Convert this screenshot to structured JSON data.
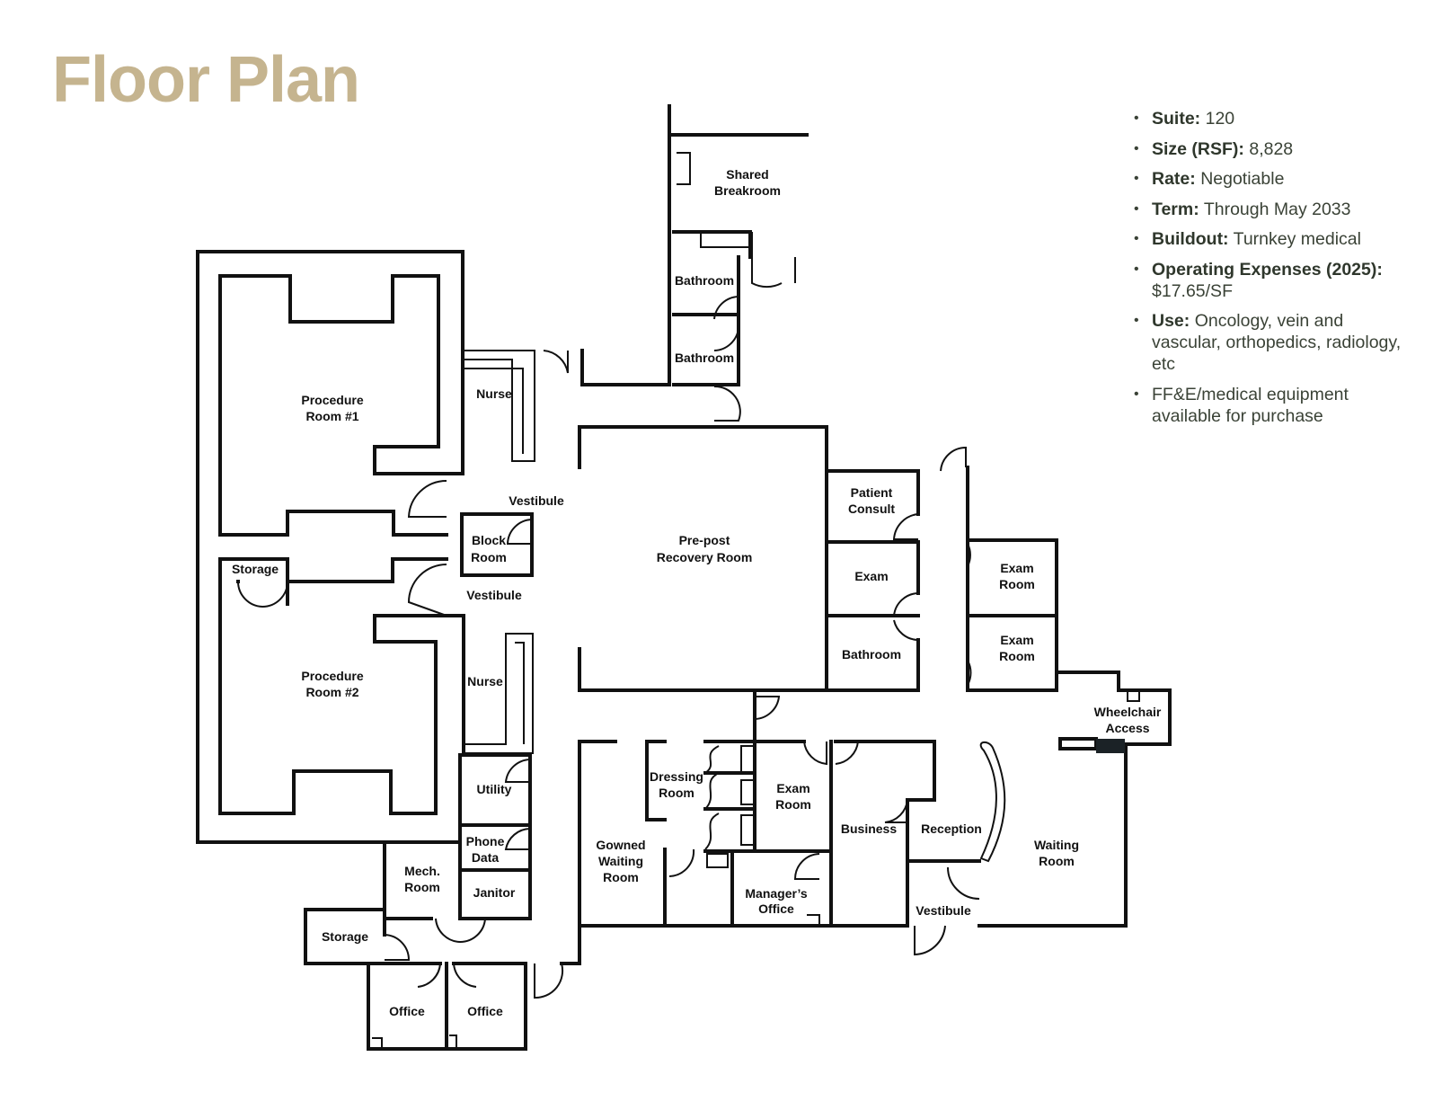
{
  "title": "Floor Plan",
  "specs": [
    {
      "label": "Suite:",
      "value": "120"
    },
    {
      "label": "Size (RSF):",
      "value": "8,828"
    },
    {
      "label": "Rate:",
      "value": "Negotiable"
    },
    {
      "label": "Term:",
      "value": "Through May 2033"
    },
    {
      "label": "Buildout:",
      "value": "Turnkey medical"
    },
    {
      "label": "Operating Expenses (2025):",
      "value": "$17.65/SF"
    },
    {
      "label": "Use:",
      "value": "Oncology, vein and vascular, orthopedics, radiology, etc"
    },
    {
      "label": "",
      "value": "FF&E/medical equipment available for purchase"
    }
  ],
  "rooms": {
    "shared_breakroom": [
      "Shared",
      "Breakroom"
    ],
    "bathroom_top": "Bathroom",
    "bathroom_second": "Bathroom",
    "procedure_1": [
      "Procedure",
      "Room #1"
    ],
    "procedure_2": [
      "Procedure",
      "Room #2"
    ],
    "nurse_1": "Nurse",
    "nurse_2": "Nurse",
    "vestibule_1": "Vestibule",
    "vestibule_2": "Vestibule",
    "block_room": [
      "Block",
      "Room"
    ],
    "storage_1": "Storage",
    "pre_post": [
      "Pre-post",
      "Recovery Room"
    ],
    "patient_consult": [
      "Patient",
      "Consult"
    ],
    "exam": "Exam",
    "bathroom_right": "Bathroom",
    "exam_room_1": [
      "Exam",
      "Room"
    ],
    "exam_room_2": [
      "Exam",
      "Room"
    ],
    "wheelchair": [
      "Wheelchair",
      "Access"
    ],
    "utility": "Utility",
    "phone_data": [
      "Phone",
      "Data"
    ],
    "janitor": "Janitor",
    "mech_room": [
      "Mech.",
      "Room"
    ],
    "storage_2": "Storage",
    "office_1": "Office",
    "office_2": "Office",
    "gowned_waiting": [
      "Gowned",
      "Waiting",
      "Room"
    ],
    "dressing_room": [
      "Dressing",
      "Room"
    ],
    "exam_room_3": [
      "Exam",
      "Room"
    ],
    "managers_office": [
      "Manager’s",
      "Office"
    ],
    "business": "Business",
    "reception": "Reception",
    "waiting_room": [
      "Waiting",
      "Room"
    ],
    "vestibule_3": "Vestibule"
  },
  "colors": {
    "title": "#c5b48f",
    "text": "#3a4236",
    "walls": "#111111"
  }
}
